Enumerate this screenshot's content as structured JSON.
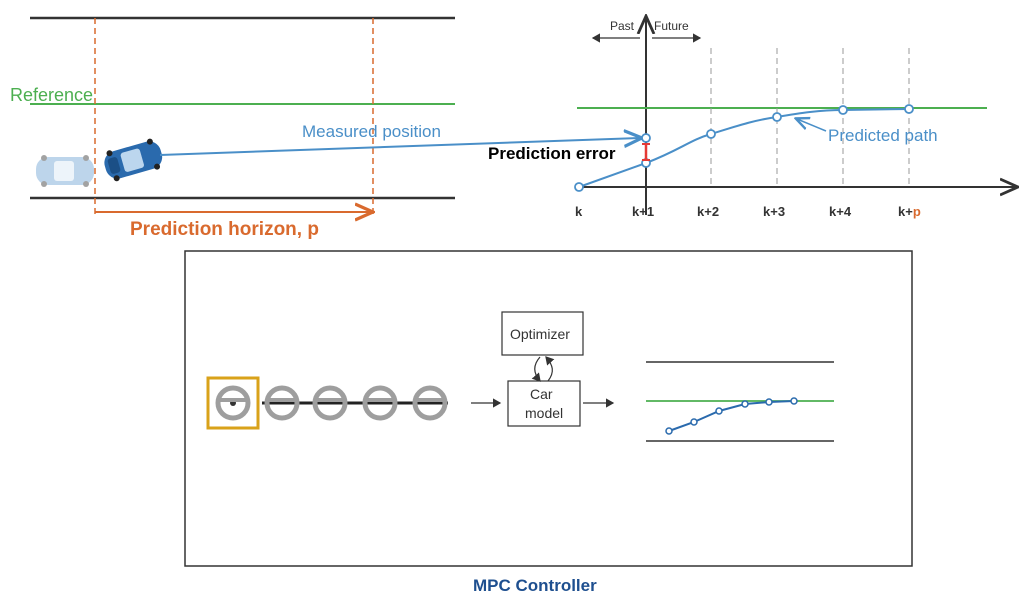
{
  "road_diagram": {
    "reference_label": "Reference",
    "measured_position_label": "Measured position",
    "prediction_horizon_label": "Prediction horizon, p"
  },
  "prediction_graph": {
    "past_label": "Past",
    "future_label": "Future",
    "prediction_error_label": "Prediction error",
    "predicted_path_label": "Predicted path",
    "tick_labels": [
      "k",
      "k+1",
      "k+2",
      "k+3",
      "k+4",
      "k+"
    ],
    "last_tick_suffix": "p"
  },
  "mpc_box": {
    "optimizer_label": "Optimizer",
    "car_model_line1": "Car",
    "car_model_line2": "model",
    "caption": "MPC Controller"
  },
  "colors": {
    "reference_green": "#4caf50",
    "path_blue": "#4a8fc8",
    "horizon_orange": "#d96a2e",
    "error_red": "#e53935",
    "selected_gold": "#d9a21a",
    "caption_blue": "#1e4f8f"
  },
  "icons": [
    "car-ghost-icon",
    "car-icon",
    "steering-wheel-icon"
  ]
}
